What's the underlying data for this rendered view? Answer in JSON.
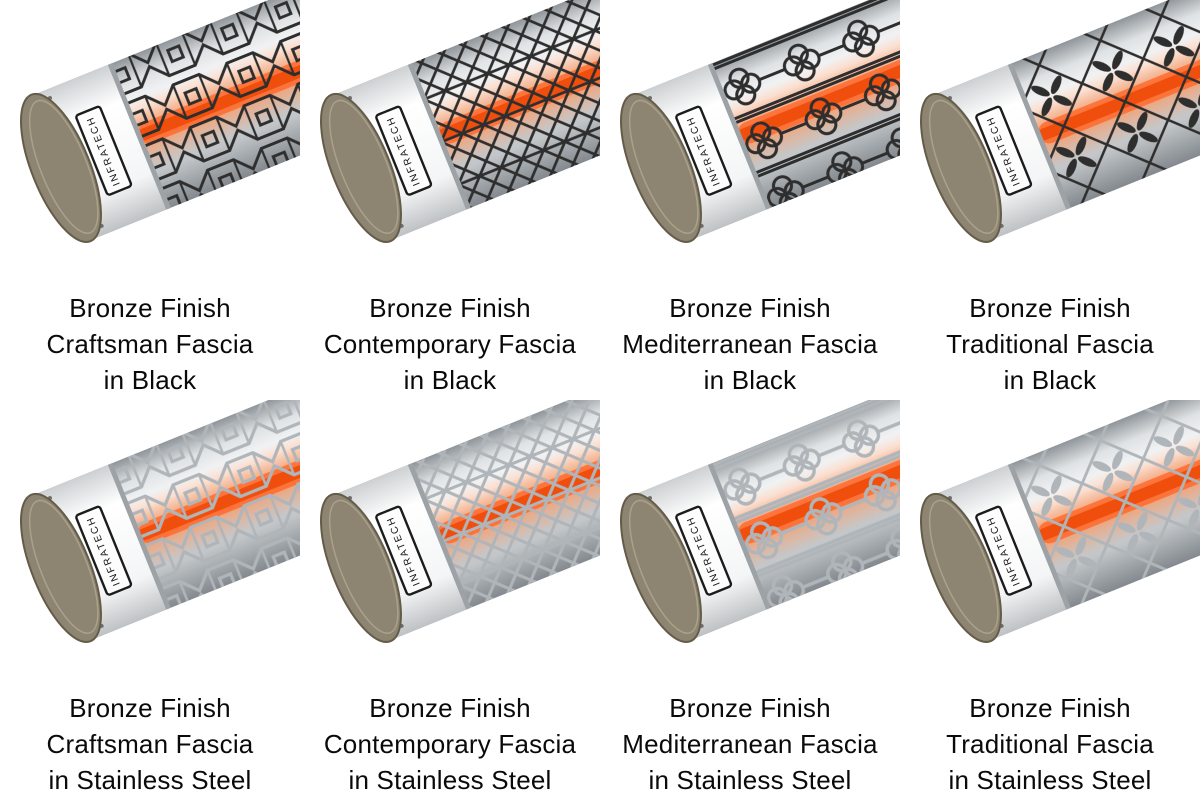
{
  "brand": "INFRATECH",
  "colors": {
    "page_bg": "#ffffff",
    "caption_color": "#0a0a0a",
    "grille_black": "#2e2e2e",
    "grille_steel": "#b0b5ba",
    "cap_bronze": "#8d8471",
    "cap_bronze_dark": "#645c49",
    "cap_bronze_light": "#b6ae99",
    "glow_halo": "#ff8a4a",
    "glow_mid": "#ff6325",
    "glow_core": "#f04e0d"
  },
  "products": [
    {
      "id": "craftsman-black",
      "pattern": "craftsman",
      "grille": "black",
      "caption_lines": [
        "Bronze Finish",
        "Craftsman Fascia",
        "in Black"
      ]
    },
    {
      "id": "contemporary-black",
      "pattern": "contemporary",
      "grille": "black",
      "caption_lines": [
        "Bronze Finish",
        "Contemporary Fascia",
        "in Black"
      ]
    },
    {
      "id": "mediterranean-black",
      "pattern": "mediterranean",
      "grille": "black",
      "caption_lines": [
        "Bronze Finish",
        "Mediterranean Fascia",
        "in Black"
      ]
    },
    {
      "id": "traditional-black",
      "pattern": "traditional",
      "grille": "black",
      "caption_lines": [
        "Bronze Finish",
        "Traditional Fascia",
        "in Black"
      ]
    },
    {
      "id": "craftsman-steel",
      "pattern": "craftsman",
      "grille": "steel",
      "caption_lines": [
        "Bronze Finish",
        "Craftsman Fascia",
        "in Stainless Steel"
      ]
    },
    {
      "id": "contemporary-steel",
      "pattern": "contemporary",
      "grille": "steel",
      "caption_lines": [
        "Bronze Finish",
        "Contemporary Fascia",
        "in Stainless Steel"
      ]
    },
    {
      "id": "mediterranean-steel",
      "pattern": "mediterranean",
      "grille": "steel",
      "caption_lines": [
        "Bronze Finish",
        "Mediterranean Fascia",
        "in Stainless Steel"
      ]
    },
    {
      "id": "traditional-steel",
      "pattern": "traditional",
      "grille": "steel",
      "caption_lines": [
        "Bronze Finish",
        "Traditional Fascia",
        "in Stainless Steel"
      ]
    }
  ]
}
